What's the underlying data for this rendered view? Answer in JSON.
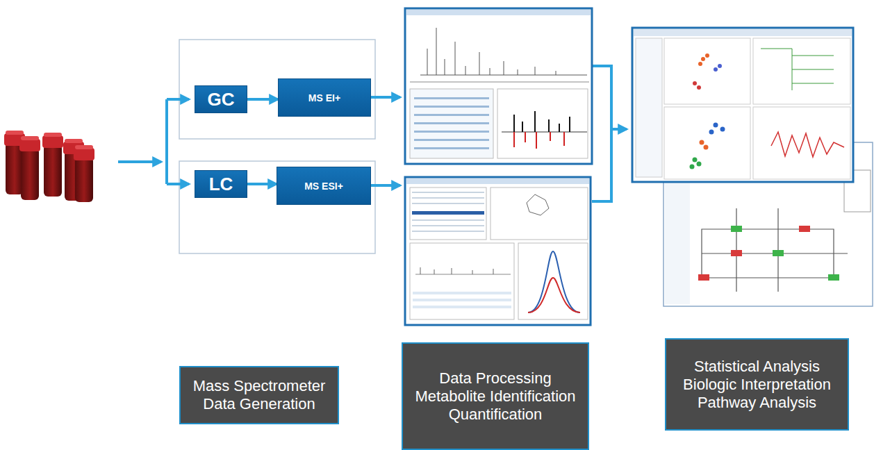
{
  "diagram": {
    "nodes": [
      {
        "text": [
          "GC"
        ]
      },
      {
        "text": [
          "MS EI+"
        ]
      },
      {
        "text": [
          "LC"
        ]
      },
      {
        "text": [
          "MS ESI+"
        ]
      },
      {
        "text": [
          "Mass Spectrometer Data Generation"
        ]
      },
      {
        "text": [
          "Data Processing",
          "Metabolite Identification",
          "Quantification"
        ]
      },
      {
        "text": [
          "Statistical Analysis",
          "Biologic Interpretation",
          "Pathway Analysis"
        ]
      }
    ],
    "edges": [
      {
        "from": 0,
        "to": 1,
        "arrow": "to"
      },
      {
        "from": 2,
        "to": 3,
        "arrow": "to"
      }
    ]
  }
}
